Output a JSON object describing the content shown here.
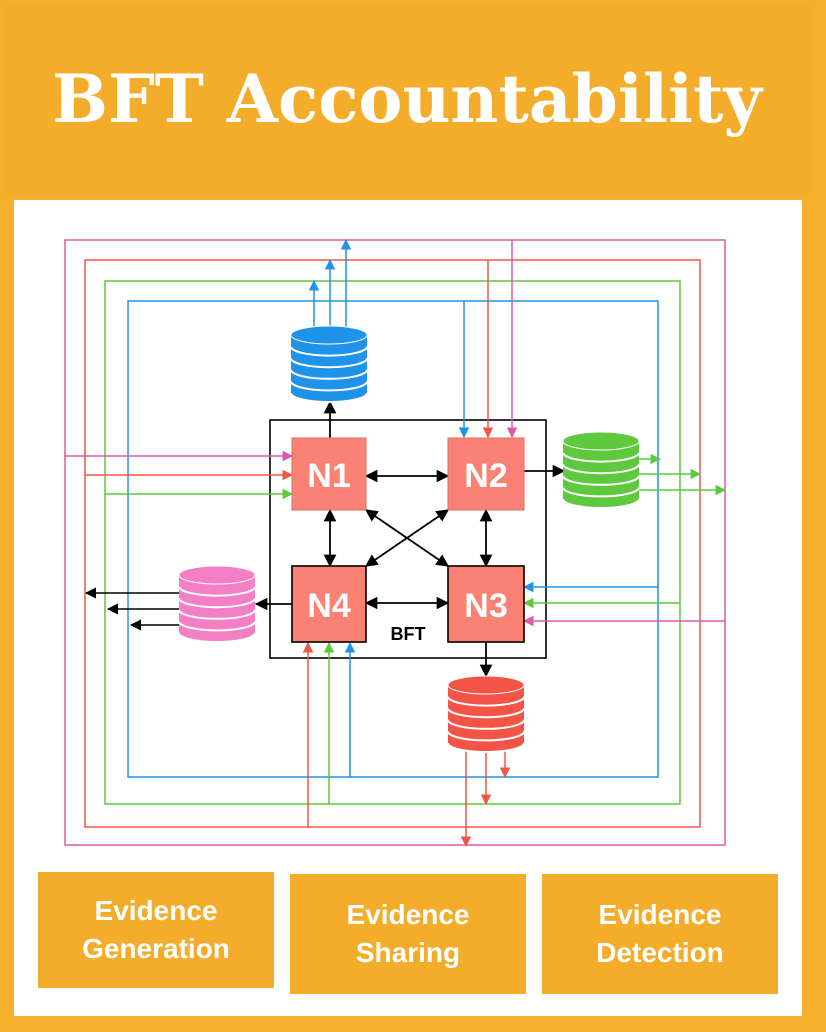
{
  "title": "BFT Accountability",
  "diagram": {
    "container_label": "BFT",
    "nodes": [
      "N1",
      "N2",
      "N3",
      "N4"
    ]
  },
  "stages": [
    {
      "label": "Evidence\nGeneration"
    },
    {
      "label": "Evidence\nSharing"
    },
    {
      "label": "Evidence\nDetection"
    }
  ],
  "colors": {
    "background": "#f4ac2b",
    "node_fill": "#fb8174",
    "blue": "#1f93e9",
    "red": "#f45446",
    "green": "#5ec83e",
    "pink": "#de5aa8"
  }
}
